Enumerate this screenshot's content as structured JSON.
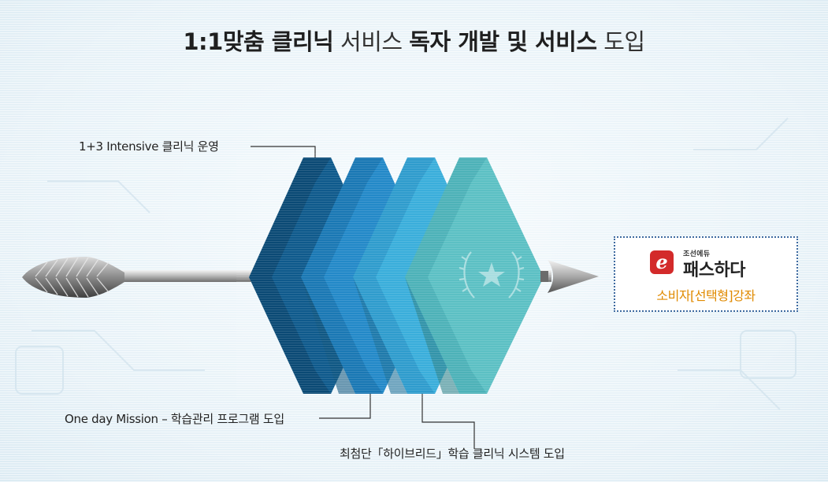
{
  "headline": {
    "bold_1": "1:1맞춤 클리닉",
    "normal_1": " 서비스 ",
    "bold_2": "독자 개발 및 서비스",
    "normal_2": " 도입"
  },
  "labels": {
    "operation": "1+3 Intensive 클리닉 운영",
    "mission": "One day Mission – 학습관리 프로그램 도입",
    "system": "최첨단「하이브리드」학습 클리닉 시스템 도입"
  },
  "brand": {
    "logo_letter": "e",
    "sub": "조선에듀",
    "name": "패스하다",
    "tagline": "소비자[선택형]강좌"
  },
  "colors": {
    "layer_1": "#0b4a75",
    "layer_2": "#1a78b4",
    "layer_3": "#2f9ccd",
    "layer_4": "#4db2b8",
    "tag_orange": "#e08a00",
    "logo_red": "#d32a2a"
  },
  "icons": {
    "arrow": "arrow-icon",
    "emblem": "laurel-star-icon"
  }
}
